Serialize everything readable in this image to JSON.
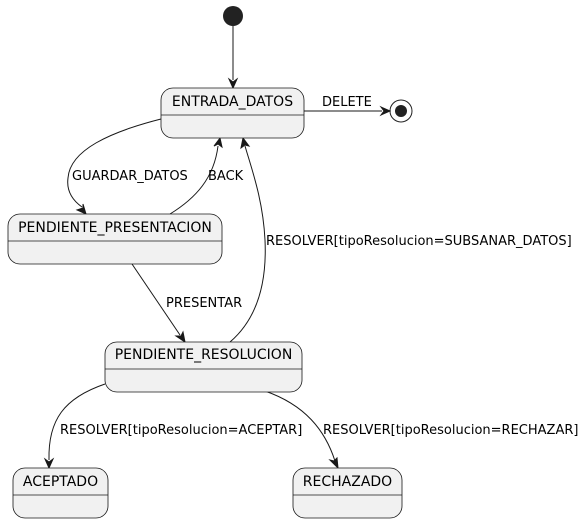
{
  "states": {
    "entrada_datos": "ENTRADA_DATOS",
    "pendiente_presentacion": "PENDIENTE_PRESENTACION",
    "pendiente_resolucion": "PENDIENTE_RESOLUCION",
    "aceptado": "ACEPTADO",
    "rechazado": "RECHAZADO"
  },
  "transitions": {
    "delete": "DELETE",
    "guardar_datos": "GUARDAR_DATOS",
    "back": "BACK",
    "presentar": "PRESENTAR",
    "subsanar": "RESOLVER[tipoResolucion=SUBSANAR_DATOS]",
    "aceptar": "RESOLVER[tipoResolucion=ACEPTAR]",
    "rechazar": "RESOLVER[tipoResolucion=RECHAZAR]"
  },
  "colors": {
    "state_fill": "#f1f1f1",
    "stroke": "#181818",
    "text": "#000000"
  }
}
